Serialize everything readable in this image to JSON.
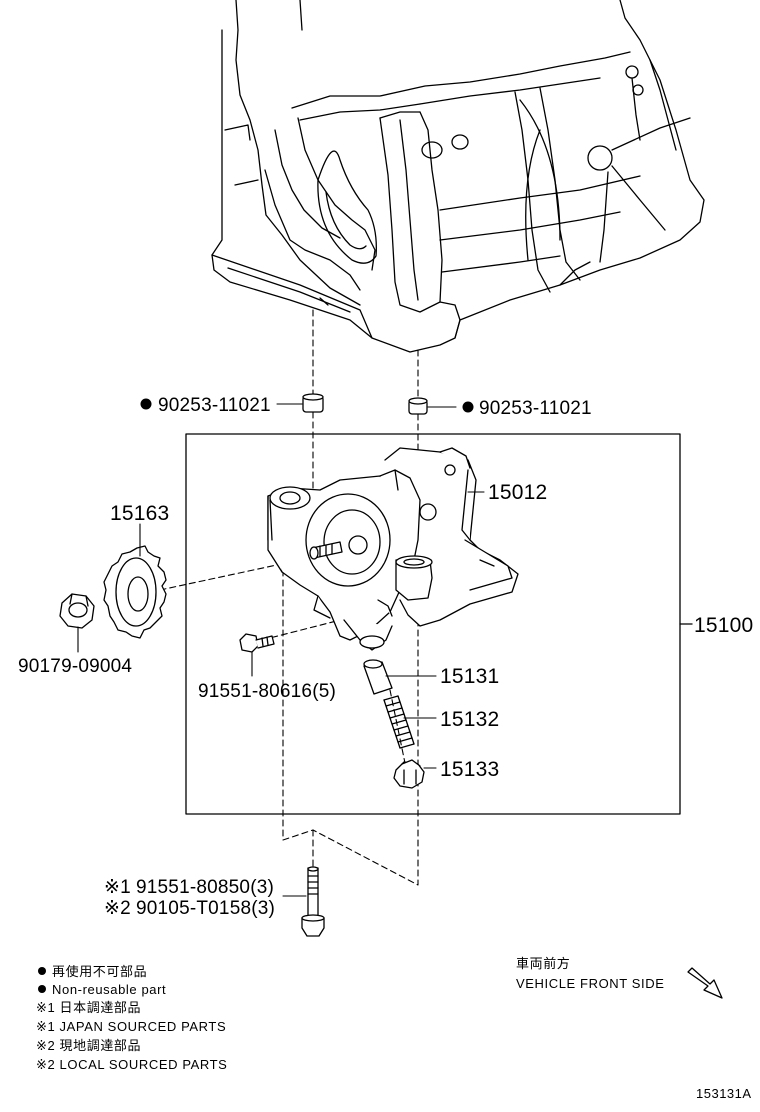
{
  "part_labels": {
    "bushing_left": "90253-11021",
    "bushing_right": "90253-11021",
    "pump_body": "15012",
    "sprocket": "15163",
    "assembly": "15100",
    "nut": "90179-09004",
    "bolt_small": "91551-80616(5)",
    "relief_valve": "15131",
    "spring": "15132",
    "plug": "15133",
    "bolt_long_1": "91551-80850(3)",
    "bolt_long_2": "90105-T0158(3)"
  },
  "marks": {
    "note1": "※1",
    "note2": "※2"
  },
  "legend": {
    "non_reusable_jp": "再使用不可部品",
    "non_reusable_en": "Non-reusable part",
    "japan_jp": "※1 日本調達部品",
    "japan_en": "※1 JAPAN SOURCED PARTS",
    "local_jp": "※2 現地調達部品",
    "local_en": "※2 LOCAL SOURCED PARTS"
  },
  "direction": {
    "jp": "車両前方",
    "en": "VEHICLE FRONT SIDE"
  },
  "ref_code": "153131A"
}
